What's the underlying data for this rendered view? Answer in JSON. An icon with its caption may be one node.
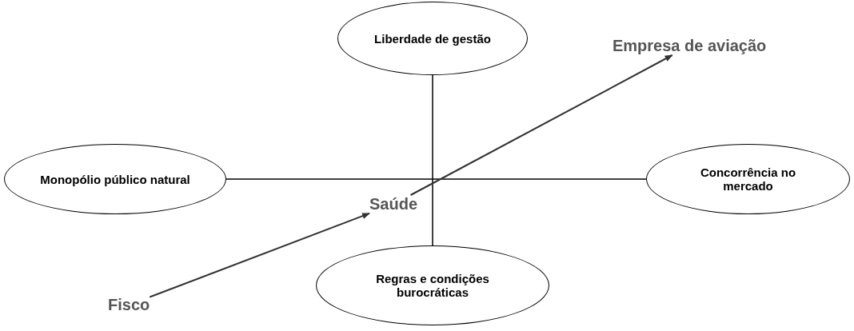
{
  "diagram": {
    "nodes": [
      {
        "text": [
          "Liberdade de gestão"
        ]
      },
      {
        "text": [
          "Empresa de aviação"
        ]
      },
      {
        "text": [
          "Monopólio público natural"
        ]
      },
      {
        "text": [
          "Saúde"
        ]
      },
      {
        "text": [
          "Concorrência no mercado"
        ]
      },
      {
        "text": [
          "Fisco"
        ]
      },
      {
        "text": [
          "Regras e condições burocráticas"
        ]
      }
    ],
    "edges": [
      {
        "from": 2,
        "to": 4,
        "arrow": "none"
      },
      {
        "from": 0,
        "to": 6,
        "arrow": "none"
      },
      {
        "from": 5,
        "to": 3,
        "arrow": "to"
      },
      {
        "from": 3,
        "to": 1,
        "arrow": "to"
      }
    ]
  }
}
